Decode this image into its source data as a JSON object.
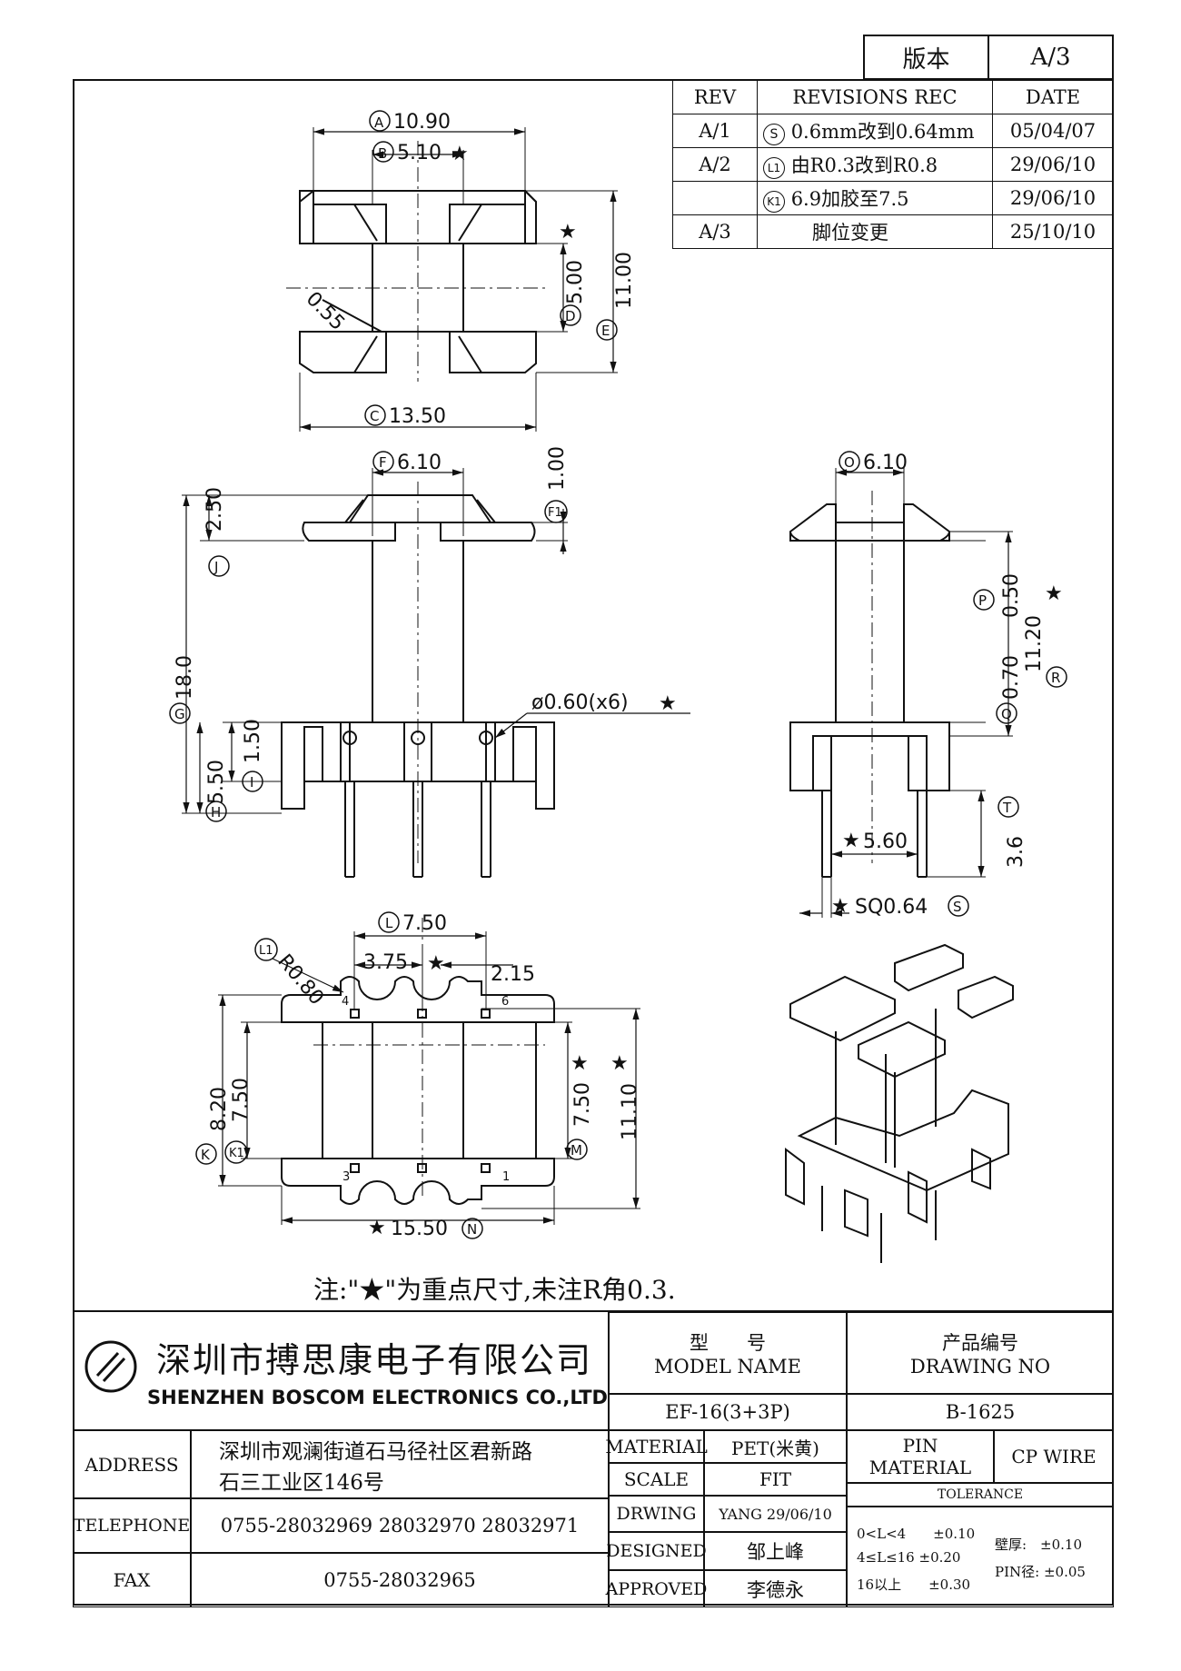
{
  "version": {
    "label": "版本",
    "value": "A/3"
  },
  "revisions": {
    "headers": [
      "REV",
      "REVISIONS REC",
      "DATE"
    ],
    "rows": [
      {
        "rev": "A/1",
        "mark": "S",
        "text": "0.6mm改到0.64mm",
        "date": "05/04/07"
      },
      {
        "rev": "A/2",
        "mark": "L1",
        "text": "由R0.3改到R0.8",
        "date": "29/06/10"
      },
      {
        "rev": "",
        "mark": "K1",
        "text": "6.9加胶至7.5",
        "date": "29/06/10"
      },
      {
        "rev": "A/3",
        "mark": "",
        "text": "脚位变更",
        "date": "25/10/10"
      }
    ]
  },
  "dims": {
    "a": "10.90",
    "b": "5.10",
    "c": "13.50",
    "d": "5.00",
    "e": "11.00",
    "angle": "0.55",
    "f": "6.10",
    "f1": "1.00",
    "h25": "2.50",
    "g": "18.0",
    "pin": "ø0.60(x6)",
    "i": "1.50",
    "h": "5.50",
    "o": "6.10",
    "p": "0.50",
    "q": "0.70",
    "r": "11.20",
    "t": "3.6",
    "span": "5.60",
    "sq": "SQ0.64",
    "l": "7.50",
    "l1": "R0.80",
    "pitch": "3.75",
    "slot": "2.15",
    "k": "8.20",
    "k1": "7.50",
    "m": "7.50",
    "h2": "11.10",
    "n": "15.50",
    "pins_top": [
      "4",
      "6"
    ],
    "pins_bottom": [
      "3",
      "1"
    ],
    "star": "★"
  },
  "note": "注:\"★\"为重点尺寸,未注R角0.3.",
  "company": {
    "cn": "深圳市搏思康电子有限公司",
    "en": "SHENZHEN BOSCOM ELECTRONICS CO.,LTD"
  },
  "info": {
    "address_label": "ADDRESS",
    "address_line1": "深圳市观澜街道石马径社区君新路",
    "address_line2": "石三工业区146号",
    "telephone_label": "TELEPHONE",
    "telephone": "0755-28032969 28032970 28032971",
    "fax_label": "FAX",
    "fax": "0755-28032965"
  },
  "model": {
    "label_cn": "型　　号",
    "label_en": "MODEL NAME",
    "value": "EF-16(3+3P)"
  },
  "drawing": {
    "label_cn": "产品编号",
    "label_en": "DRAWING NO",
    "value": "B-1625"
  },
  "material": {
    "label": "MATERIAL",
    "value": "PET(米黄)"
  },
  "scale": {
    "label": "SCALE",
    "value": "FIT"
  },
  "drwing": {
    "label": "DRWING",
    "value": "YANG 29/06/10"
  },
  "designed": {
    "label": "DESIGNED",
    "value": "邹上峰"
  },
  "approved": {
    "label": "APPROVED",
    "value": "李德永"
  },
  "pin_material": {
    "label1": "PIN",
    "label2": "MATERIAL",
    "value": "CP WIRE"
  },
  "tolerance": {
    "label": "TOLERANCE",
    "r1": "0<L<4　　±0.10",
    "r2": "4≤L≤16 ±0.20",
    "r3": "16以上　　±0.30",
    "w": "壁厚:　±0.10",
    "p": "PIN径: ±0.05"
  }
}
